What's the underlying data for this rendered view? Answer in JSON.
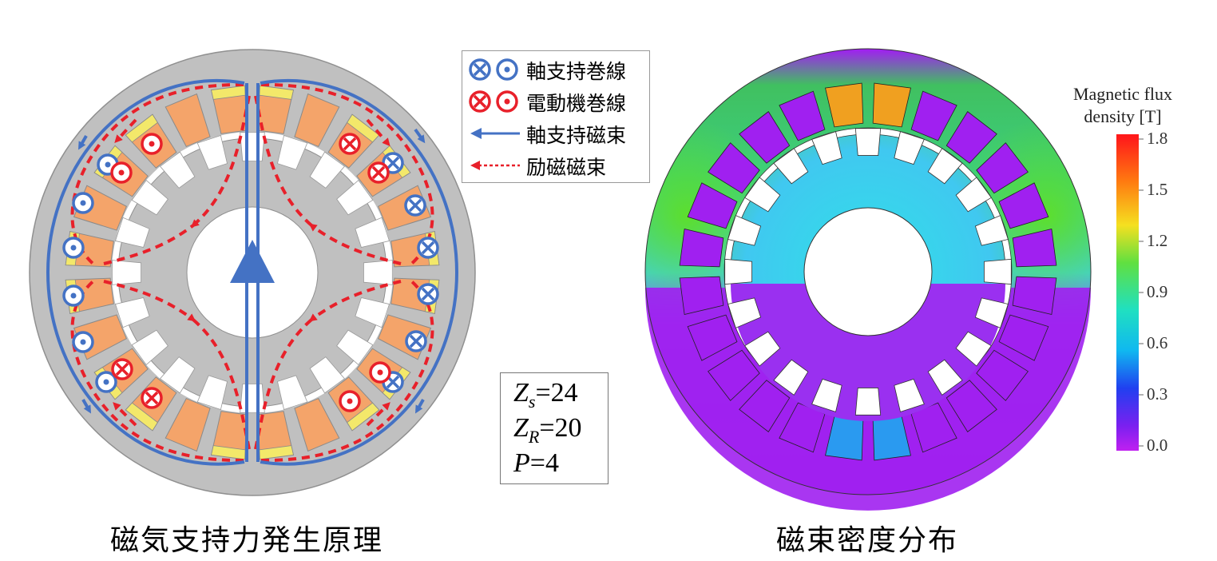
{
  "captions": {
    "left": "磁気支持力発生原理",
    "right": "磁束密度分布"
  },
  "legend": {
    "items": [
      {
        "label": "軸支持巻線",
        "kind": "bearing-winding",
        "color": "#4472c4"
      },
      {
        "label": "電動機巻線",
        "kind": "motor-winding",
        "color": "#e8202a"
      },
      {
        "label": "軸支持磁束",
        "kind": "bearing-flux-arrow",
        "color": "#4472c4"
      },
      {
        "label": "励磁磁束",
        "kind": "excitation-flux-arrow",
        "color": "#e8202a"
      }
    ]
  },
  "parameters": {
    "zs": {
      "symbol": "Z",
      "sub": "s",
      "value": "=24"
    },
    "zr": {
      "symbol": "Z",
      "sub": "R",
      "value": "=20"
    },
    "p": {
      "symbol": "P",
      "sub": "",
      "value": "=4"
    }
  },
  "colorbar": {
    "title_line1": "Magnetic flux",
    "title_line2": "density [T]",
    "ticks": [
      "1.8",
      "1.5",
      "1.2",
      "0.9",
      "0.6",
      "0.3",
      "0.0"
    ]
  },
  "colors": {
    "stator": "#c0c0c0",
    "winding_orange": "#f4a46a",
    "winding_yellow": "#f3e86a",
    "bearing_blue": "#4472c4",
    "excitation_red": "#e8202a",
    "slot_purple": "#a020f0"
  }
}
